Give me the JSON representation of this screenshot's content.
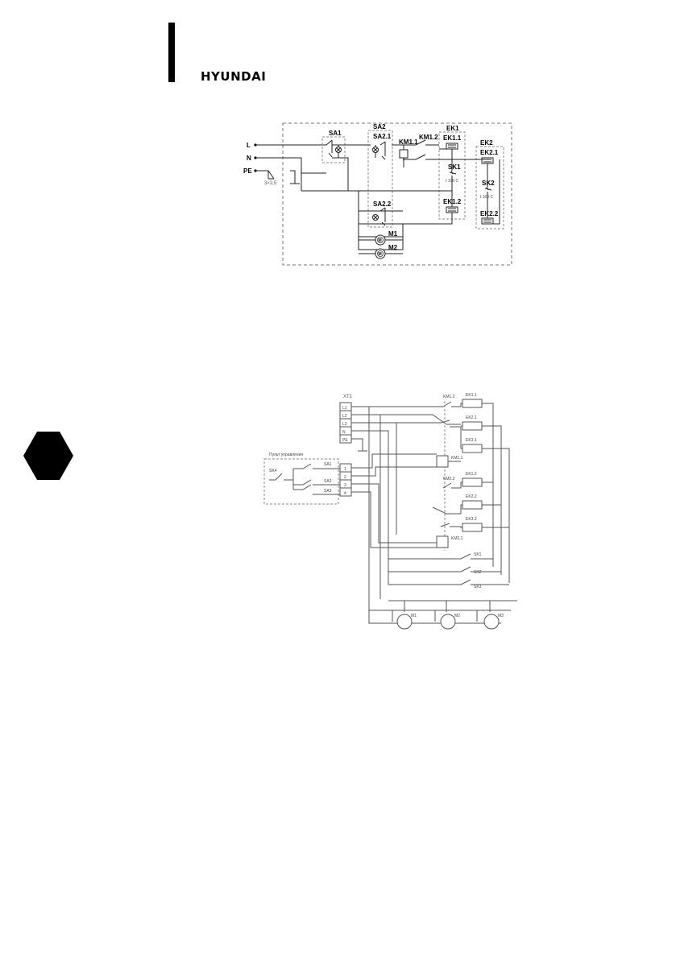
{
  "brand": {
    "name": "HYUNDAI"
  },
  "diagram1": {
    "inputs": {
      "l": "L",
      "n": "N",
      "pe": "PE"
    },
    "cable": "3×2,5",
    "sa1": "SA1",
    "sa2": "SA2",
    "sa2_1": "SA2.1",
    "sa2_2": "SA2.2",
    "km1_1": "KM1.1",
    "km1_2": "KM1.2",
    "ek1": "EK1",
    "ek1_1": "EK1.1",
    "ek1_2": "EK1.2",
    "sk1": "SK1",
    "sk1_t": "t 100 C",
    "ek2": "EK2",
    "ek2_1": "EK2.1",
    "ek2_2": "EK2.2",
    "sk2": "SK2",
    "sk2_t": "t 100 C",
    "m1": "M1",
    "m2": "M2",
    "motor_letter": "M"
  },
  "diagram2": {
    "xt1": "XT1",
    "terminals_top": [
      "L1",
      "L2",
      "L3",
      "N",
      "PE"
    ],
    "panel": "Пульт управления",
    "sk4": "SK4",
    "sa1": "SA1",
    "sa2": "SA2",
    "sa3": "SA3",
    "terminals_bottom": [
      "1",
      "2",
      "3",
      "4"
    ],
    "km1_2": "KM1.2",
    "km1_1": "KM1.1",
    "km2_2": "KM2.2",
    "km2_1": "KM2.1",
    "heaters_top": [
      "EK1.1",
      "EK2.1",
      "EK3.1"
    ],
    "heaters_bottom": [
      "EK1.2",
      "EK2.2",
      "EK3.2"
    ],
    "thermostats": [
      "SK1",
      "SK2",
      "SK3"
    ],
    "motors": [
      "M1",
      "M2",
      "M3"
    ]
  }
}
